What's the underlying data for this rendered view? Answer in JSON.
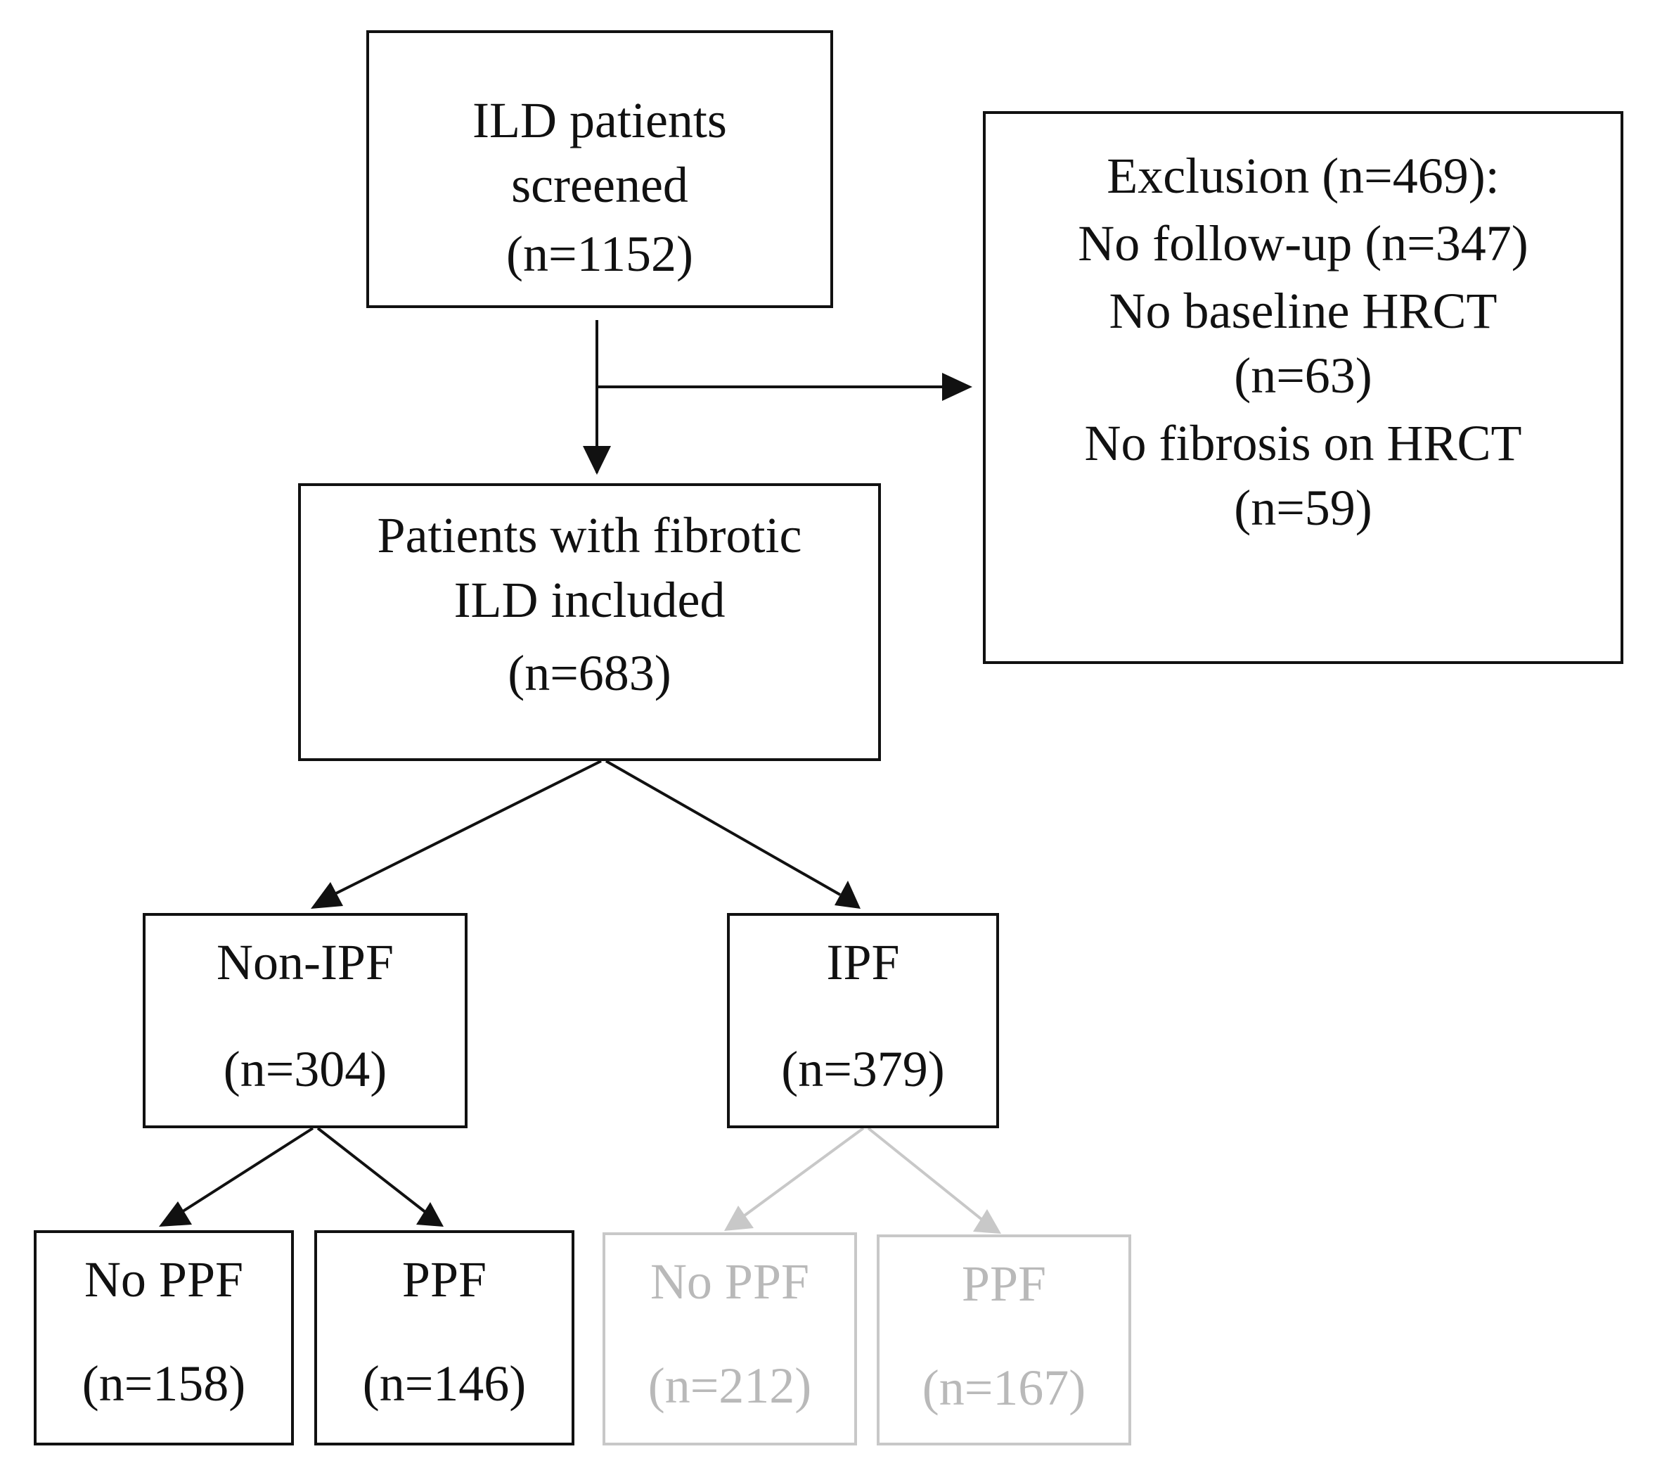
{
  "screened": {
    "line1": "ILD patients",
    "line2": "screened",
    "count": "(n=1152)"
  },
  "exclusion": {
    "title": "Exclusion (n=469):",
    "reason1": "No follow-up (n=347)",
    "reason2_line1": "No baseline HRCT",
    "reason2_line2": "(n=63)",
    "reason3_line1": "No fibrosis on HRCT",
    "reason3_line2": "(n=59)"
  },
  "included": {
    "line1": "Patients with fibrotic",
    "line2": "ILD included",
    "count": "(n=683)"
  },
  "non_ipf": {
    "label": "Non-IPF",
    "count": "(n=304)",
    "no_ppf": {
      "label": "No PPF",
      "count": "(n=158)"
    },
    "ppf": {
      "label": "PPF",
      "count": "(n=146)"
    }
  },
  "ipf": {
    "label": "IPF",
    "count": "(n=379)",
    "no_ppf": {
      "label": "No PPF",
      "count": "(n=212)"
    },
    "ppf": {
      "label": "PPF",
      "count": "(n=167)"
    }
  },
  "colors": {
    "primary": "#111111",
    "muted_line": "#c8c8c8",
    "muted_text": "#b9b9b9"
  }
}
